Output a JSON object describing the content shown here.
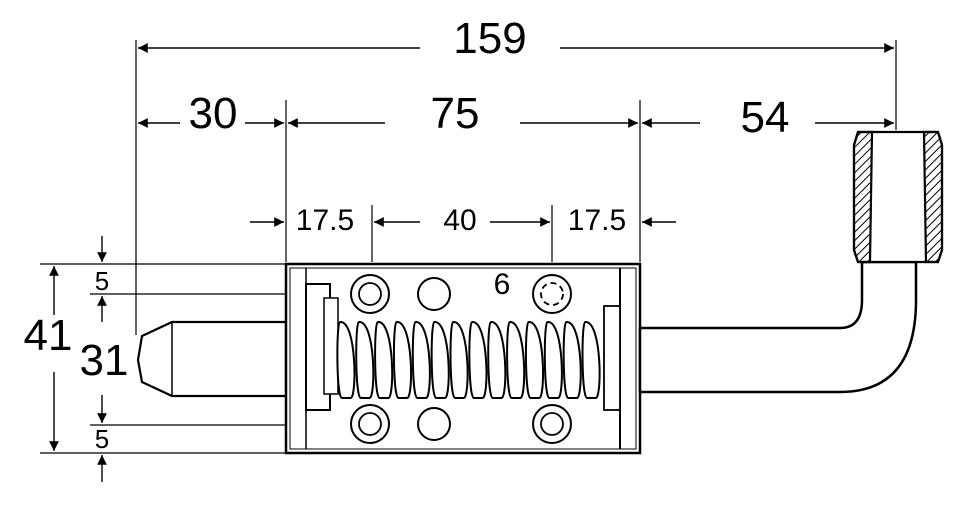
{
  "dimensions": {
    "overall_length": "159",
    "pin_extension": "30",
    "body_length": "75",
    "handle_offset": "54",
    "hole_offset_left": "17.5",
    "hole_spacing": "40",
    "hole_offset_right": "17.5",
    "hole_diameter": "6",
    "flange_top": "5",
    "flange_bottom": "5",
    "overall_height": "41",
    "body_height": "31"
  },
  "colors": {
    "line": "#000000",
    "background": "#ffffff",
    "shade": "#dddddd"
  }
}
